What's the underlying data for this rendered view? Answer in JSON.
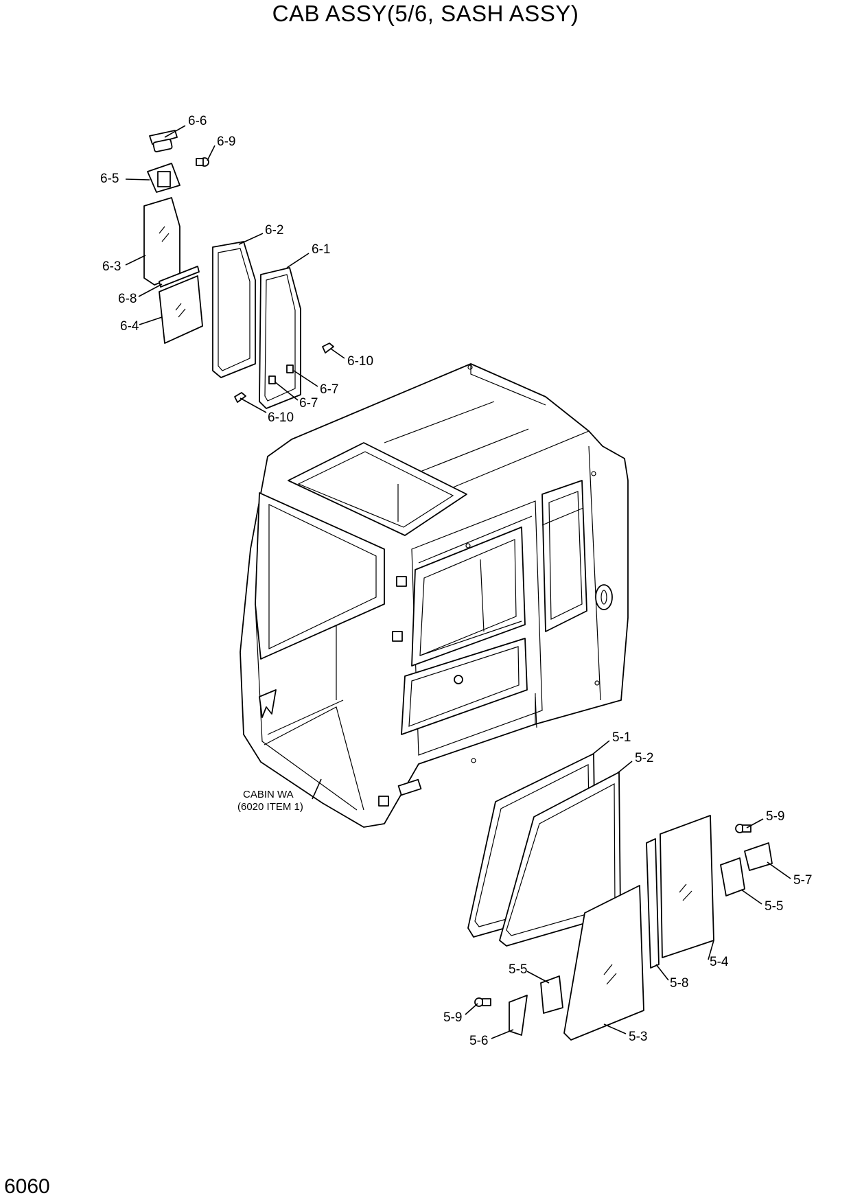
{
  "title": "CAB ASSY(5/6, SASH ASSY)",
  "page_number": "6060",
  "cabin_note": {
    "line1": "CABIN WA",
    "line2": "(6020 ITEM 1)"
  },
  "callouts": {
    "c_6_6": "6-6",
    "c_6_9": "6-9",
    "c_6_5": "6-5",
    "c_6_2": "6-2",
    "c_6_1": "6-1",
    "c_6_3": "6-3",
    "c_6_8": "6-8",
    "c_6_4": "6-4",
    "c_6_10a": "6-10",
    "c_6_7a": "6-7",
    "c_6_7b": "6-7",
    "c_6_10b": "6-10",
    "c_5_1": "5-1",
    "c_5_2": "5-2",
    "c_5_9a": "5-9",
    "c_5_7": "5-7",
    "c_5_5a": "5-5",
    "c_5_4": "5-4",
    "c_5_8": "5-8",
    "c_5_5b": "5-5",
    "c_5_9b": "5-9",
    "c_5_6": "5-6",
    "c_5_3": "5-3"
  }
}
